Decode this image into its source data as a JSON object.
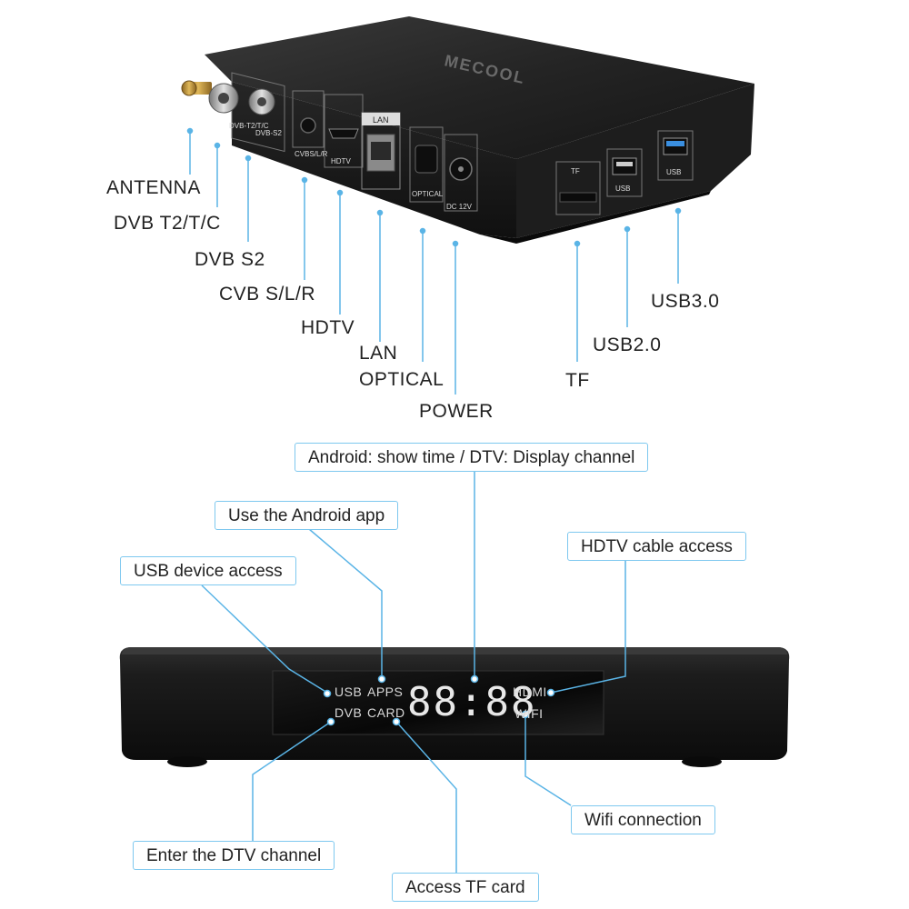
{
  "back_panel": {
    "brand_text": "MECOOL",
    "port_tags": {
      "lan": "LAN",
      "hdtv": "HDTV",
      "optical": "OPTICAL",
      "dc": "DC 12V",
      "tf": "TF",
      "usb": "USB",
      "usb3": "USB",
      "cvbs": "CVBS/L/R",
      "dvbs2": "DVB-S2",
      "dvbt2": "DVB-T2/T/C"
    },
    "labels": {
      "antenna": "ANTENNA",
      "dvb_t2": "DVB T2/T/C",
      "dvb_s2": "DVB S2",
      "cvbs": "CVB S/L/R",
      "hdtv": "HDTV",
      "lan": "LAN",
      "optical": "OPTICAL",
      "power": "POWER",
      "tf": "TF",
      "usb2": "USB2.0",
      "usb3": "USB3.0"
    }
  },
  "front_panel": {
    "display": {
      "usb": "USB",
      "apps": "APPS",
      "dvb": "DVB",
      "card": "CARD",
      "clock": "88:88",
      "hdmi": "HDMI",
      "wifi": "WIFI"
    },
    "callouts": {
      "time": "Android: show time / DTV: Display channel",
      "android_app": "Use the Android app",
      "usb_access": "USB device access",
      "hdtv_cable": "HDTV cable access",
      "wifi": "Wifi connection",
      "dtv_channel": "Enter the DTV channel",
      "tf_card": "Access TF card"
    }
  },
  "colors": {
    "callout_border": "#7ec8ef",
    "leader_line": "#5ab4e6",
    "box_body": "#1a1a1a",
    "display_text": "#e8e8e8"
  }
}
